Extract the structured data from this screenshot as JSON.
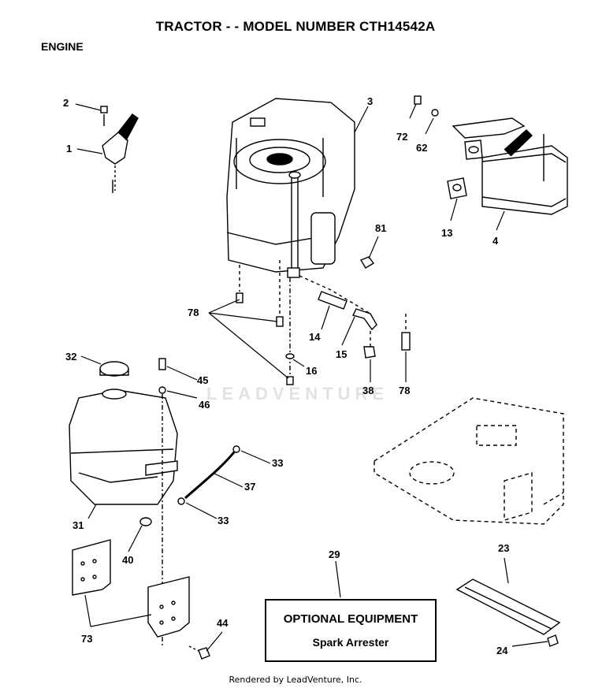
{
  "header": {
    "title": "TRACTOR - - MODEL NUMBER CTH14542A",
    "section": "ENGINE"
  },
  "parts": [
    {
      "label": "1"
    },
    {
      "label": "2"
    },
    {
      "label": "3"
    },
    {
      "label": "72"
    },
    {
      "label": "62"
    },
    {
      "label": "13"
    },
    {
      "label": "4"
    },
    {
      "label": "81"
    },
    {
      "label": "78"
    },
    {
      "label": "14"
    },
    {
      "label": "15"
    },
    {
      "label": "16"
    },
    {
      "label": "38"
    },
    {
      "label": "78"
    },
    {
      "label": "32"
    },
    {
      "label": "45"
    },
    {
      "label": "46"
    },
    {
      "label": "33"
    },
    {
      "label": "37"
    },
    {
      "label": "33"
    },
    {
      "label": "31"
    },
    {
      "label": "40"
    },
    {
      "label": "73"
    },
    {
      "label": "44"
    },
    {
      "label": "29"
    },
    {
      "label": "23"
    },
    {
      "label": "24"
    }
  ],
  "optional_box": {
    "heading": "OPTIONAL EQUIPMENT",
    "item": "Spark Arrester"
  },
  "watermark": "LEADVENTURE",
  "footer": "Rendered by LeadVenture, Inc."
}
